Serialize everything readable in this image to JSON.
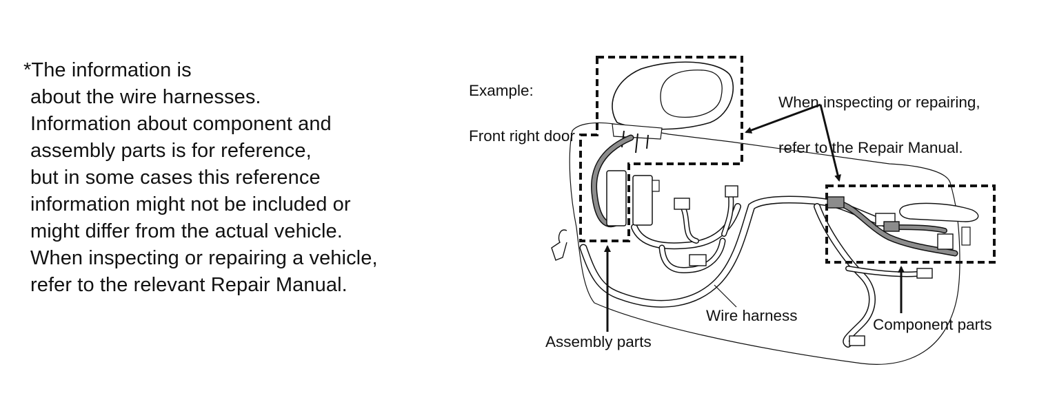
{
  "note": {
    "lines": [
      "*The information is",
      "about the wire harnesses.",
      "Information about component and",
      "assembly parts is for reference,",
      "but in some cases this reference",
      "information might not be included or",
      "might differ from the actual vehicle.",
      "When inspecting or repairing a vehicle,",
      "refer to the relevant Repair Manual."
    ]
  },
  "diagram": {
    "example_label": [
      "Example:",
      "Front right door"
    ],
    "repair_label": [
      "When inspecting or repairing,",
      "refer to the Repair Manual."
    ],
    "wire_harness_label": "Wire harness",
    "assembly_parts_label": "Assembly parts",
    "component_parts_label": "Component parts"
  },
  "colors": {
    "ink": "#111111",
    "harness_fill": "#8c8c8c",
    "background": "#ffffff"
  }
}
